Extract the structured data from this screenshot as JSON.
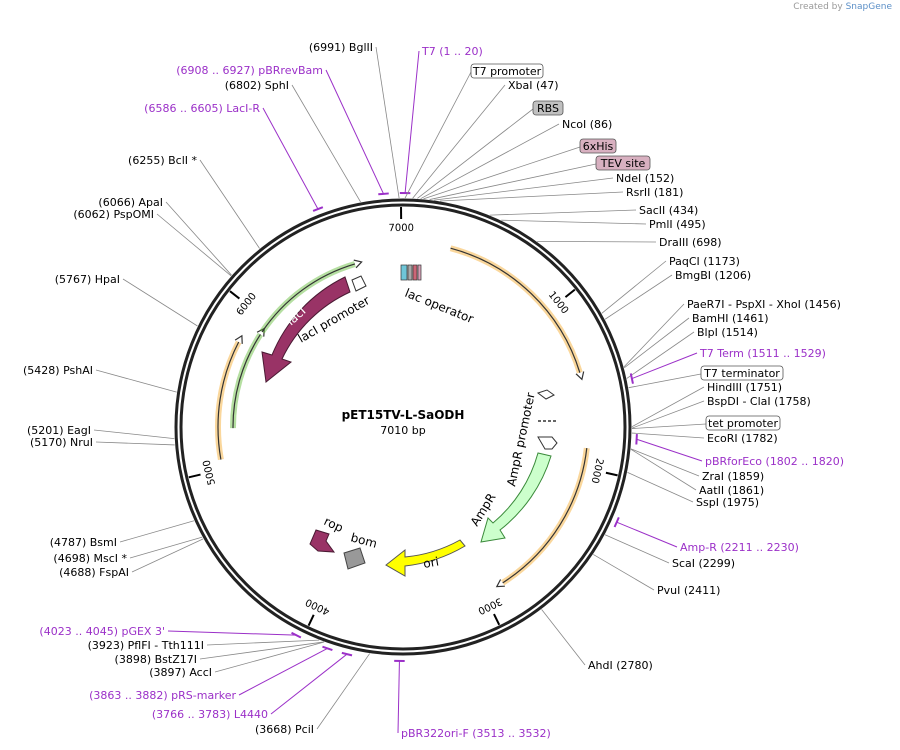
{
  "credit": {
    "prefix": "Created by",
    "brand": "SnapGene"
  },
  "plasmid": {
    "name": "pET15TV-L-SaODH",
    "size_label": "7010 bp",
    "length": 7010
  },
  "ticks": [
    1000,
    2000,
    3000,
    4000,
    5000,
    6000,
    7000
  ],
  "sites": [
    {
      "pos": 6991,
      "name": "BglII",
      "label": "(6991)  BglII"
    },
    {
      "pos": 6802,
      "name": "SphI",
      "label": "(6802)  SphI"
    },
    {
      "pos": 6255,
      "name": "BclI *",
      "label": "(6255)  BclI *"
    },
    {
      "pos": 6066,
      "name": "ApaI",
      "label": "(6066)  ApaI"
    },
    {
      "pos": 6062,
      "name": "PspOMI",
      "label": "(6062)  PspOMI"
    },
    {
      "pos": 5767,
      "name": "HpaI",
      "label": "(5767)  HpaI"
    },
    {
      "pos": 5428,
      "name": "PshAI",
      "label": "(5428)  PshAI"
    },
    {
      "pos": 5201,
      "name": "EagI",
      "label": "(5201)  EagI"
    },
    {
      "pos": 5170,
      "name": "NruI",
      "label": "(5170)  NruI"
    },
    {
      "pos": 4787,
      "name": "BsmI",
      "label": "(4787)  BsmI"
    },
    {
      "pos": 4698,
      "name": "MscI *",
      "label": "(4698)  MscI *"
    },
    {
      "pos": 4688,
      "name": "FspAI",
      "label": "(4688)  FspAI"
    },
    {
      "pos": 3923,
      "name": "PflFI - Tth111I",
      "label": "(3923)  PflFI  - Tth111I"
    },
    {
      "pos": 3898,
      "name": "BstZ17I",
      "label": "(3898)  BstZ17I"
    },
    {
      "pos": 3897,
      "name": "AccI",
      "label": "(3897)  AccI"
    },
    {
      "pos": 3668,
      "name": "PciI",
      "label": "(3668)  PciI"
    },
    {
      "pos": 47,
      "name": "XbaI",
      "label": "XbaI    (47)"
    },
    {
      "pos": 86,
      "name": "NcoI",
      "label": "NcoI    (86)"
    },
    {
      "pos": 152,
      "name": "NdeI",
      "label": "NdeI    (152)"
    },
    {
      "pos": 181,
      "name": "RsrII",
      "label": "RsrII    (181)"
    },
    {
      "pos": 434,
      "name": "SacII",
      "label": "SacII    (434)"
    },
    {
      "pos": 495,
      "name": "PmlI",
      "label": "PmlI    (495)"
    },
    {
      "pos": 698,
      "name": "DraIII",
      "label": "DraIII    (698)"
    },
    {
      "pos": 1173,
      "name": "PaqCI",
      "label": "PaqCI    (1173)"
    },
    {
      "pos": 1206,
      "name": "BmgBI",
      "label": "BmgBI    (1206)"
    },
    {
      "pos": 1456,
      "name": "PaeR7I - PspXI - XhoI",
      "label": "PaeR7I  - PspXI  - XhoI    (1456)"
    },
    {
      "pos": 1461,
      "name": "BamHI",
      "label": "BamHI    (1461)"
    },
    {
      "pos": 1514,
      "name": "BlpI",
      "label": "BlpI    (1514)"
    },
    {
      "pos": 1751,
      "name": "HindIII",
      "label": "HindIII    (1751)"
    },
    {
      "pos": 1758,
      "name": "BspDI - ClaI",
      "label": "BspDI  - ClaI    (1758)"
    },
    {
      "pos": 1782,
      "name": "EcoRI",
      "label": "EcoRI    (1782)"
    },
    {
      "pos": 1859,
      "name": "ZraI",
      "label": "ZraI    (1859)"
    },
    {
      "pos": 1861,
      "name": "AatII",
      "label": "AatII    (1861)"
    },
    {
      "pos": 1975,
      "name": "SspI",
      "label": "SspI    (1975)"
    },
    {
      "pos": 2299,
      "name": "ScaI",
      "label": "ScaI    (2299)"
    },
    {
      "pos": 2411,
      "name": "PvuI",
      "label": "PvuI    (2411)"
    },
    {
      "pos": 2780,
      "name": "AhdI",
      "label": "AhdI    (2780)"
    }
  ],
  "primers": [
    {
      "pos": 10,
      "label": "T7    (1 .. 20)"
    },
    {
      "pos": 6917,
      "label": "(6908 .. 6927)  pBRrevBam"
    },
    {
      "pos": 6595,
      "label": "(6586 .. 6605)  LacI-R"
    },
    {
      "pos": 1520,
      "label": "T7 Term    (1511 .. 1529)"
    },
    {
      "pos": 1811,
      "label": "pBRforEco    (1802 .. 1820)"
    },
    {
      "pos": 2220,
      "label": "Amp-R    (2211 .. 2230)"
    },
    {
      "pos": 4034,
      "label": "(4023 .. 4045)  pGEX 3'"
    },
    {
      "pos": 3872,
      "label": "(3863 .. 3882)  pRS-marker"
    },
    {
      "pos": 3775,
      "label": "(3766 .. 3783)  L4440"
    },
    {
      "pos": 3522,
      "label": "pBR322ori-F    (3513 .. 3532)"
    }
  ],
  "boxed_features": [
    {
      "pos": 10,
      "label": "T7 promoter"
    },
    {
      "pos": 70,
      "label": "RBS"
    },
    {
      "pos": 100,
      "label": "6xHis"
    },
    {
      "pos": 130,
      "label": "TEV site"
    },
    {
      "pos": 1560,
      "label": "T7 terminator"
    },
    {
      "pos": 1760,
      "label": "tet promoter"
    }
  ],
  "features": [
    {
      "name": "lac operator",
      "label": "lac operator"
    },
    {
      "name": "lacI promoter",
      "label": "lacI promoter"
    },
    {
      "name": "lacI",
      "label": "lacI"
    },
    {
      "name": "AmpR promoter",
      "label": "AmpR promoter"
    },
    {
      "name": "AmpR",
      "label": "AmpR"
    },
    {
      "name": "ori",
      "label": "ori"
    },
    {
      "name": "rop",
      "label": "rop"
    },
    {
      "name": "bom",
      "label": "bom"
    }
  ],
  "colors": {
    "site": "#000000",
    "primer": "#9b30c8",
    "orange": "#f5a623",
    "green": "#5cb82e",
    "lacI": "#993366",
    "ori": "#ffff00",
    "ampR": "#ccffcc",
    "rop": "#993366",
    "bom": "#999999",
    "box_gray": "#c0c0c0",
    "box_pink": "#d8b0c0"
  }
}
